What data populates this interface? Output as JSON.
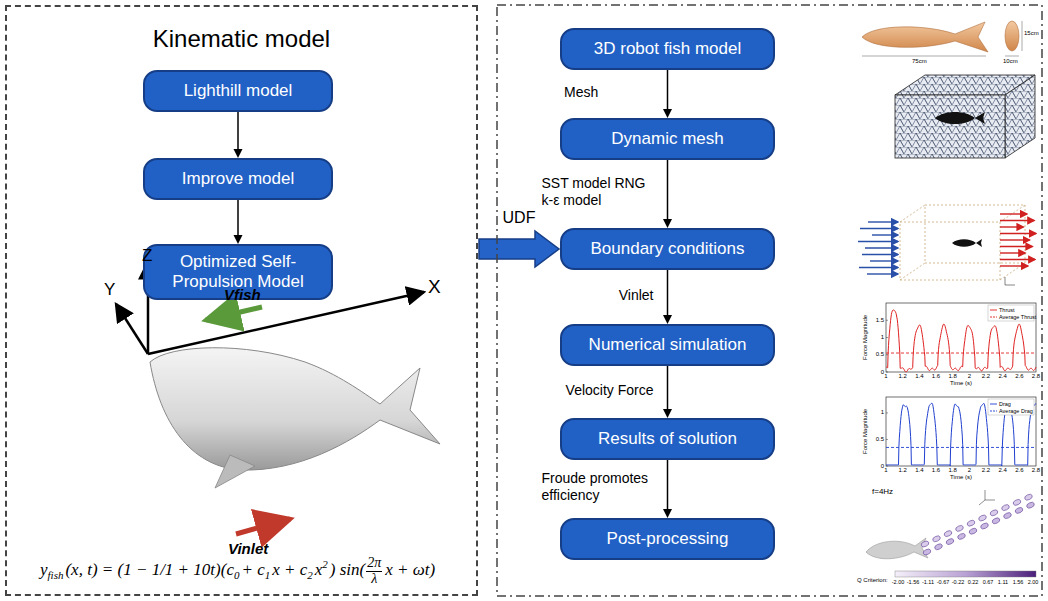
{
  "diagram": {
    "nodes": [
      {
        "text": [
          "Kinematic model"
        ]
      },
      {
        "text": [
          "Lighthill model"
        ],
        "in": 0
      },
      {
        "text": [
          "Improve model"
        ],
        "in": 0
      },
      {
        "text": [
          "Optimized Self-Propulsion Model"
        ],
        "in": 0
      },
      {
        "text": [
          "3D robot fish model"
        ]
      },
      {
        "text": [
          "Dynamic mesh"
        ]
      },
      {
        "text": [
          "Boundary conditions"
        ]
      },
      {
        "text": [
          "Numerical simulation"
        ]
      },
      {
        "text": [
          "Results of solution"
        ]
      },
      {
        "text": [
          "Post-processing"
        ]
      }
    ],
    "edges": [
      {
        "from": 1,
        "to": 2,
        "arrow": "to"
      },
      {
        "from": 2,
        "to": 3,
        "arrow": "to"
      },
      {
        "from": 4,
        "to": 5,
        "label": "Mesh",
        "arrow": "to"
      },
      {
        "from": 5,
        "to": 6,
        "label": "SST model RNG k-ε model",
        "arrow": "to"
      },
      {
        "from": 6,
        "to": 7,
        "label": "Vinlet",
        "arrow": "to"
      },
      {
        "from": 7,
        "to": 8,
        "label": "Velocity Force",
        "arrow": "to"
      },
      {
        "from": 8,
        "to": 9,
        "label": "Froude promotes efficiency",
        "arrow": "to"
      },
      {
        "from": 0,
        "to": 6,
        "label": "UDF",
        "arrow": "to"
      }
    ],
    "labels": [
      "Z",
      "Y",
      "X",
      "Vfish",
      "Vinlet",
      "y",
      "fish",
      "(x, t) = (1 − 1/1 + 10t)(c",
      "0",
      "+ c",
      "1",
      "x + c",
      "2",
      "x",
      "2",
      ") sin(",
      "2π",
      "λ",
      "x + ωt)",
      "75cm",
      "10cm",
      "15cm",
      "Force Magnitude",
      "Time (s)",
      "0",
      "0.5",
      "1",
      "1.5",
      "1",
      "1.2",
      "1.4",
      "1.6",
      "1.8",
      "2",
      "2.2",
      "2.4",
      "2.6",
      "2.8",
      "Force Magnitude",
      "Time (s)",
      "0",
      "0.5",
      "1",
      "1",
      "1.2",
      "1.4",
      "1.6",
      "1.8",
      "2",
      "2.2",
      "2.4",
      "2.6",
      "2.8",
      "f=4Hz",
      "Q Criterion:",
      "-2.00",
      "-1.56",
      "-1.11",
      "-0.67",
      "-0.22",
      "0.22",
      "0.67",
      "1.11",
      "1.56",
      "2.00"
    ],
    "legend": [
      {
        "text": "Thrust"
      },
      {
        "text": "Average Thrust"
      },
      {
        "text": "Drag"
      },
      {
        "text": "Average Drag"
      }
    ]
  }
}
